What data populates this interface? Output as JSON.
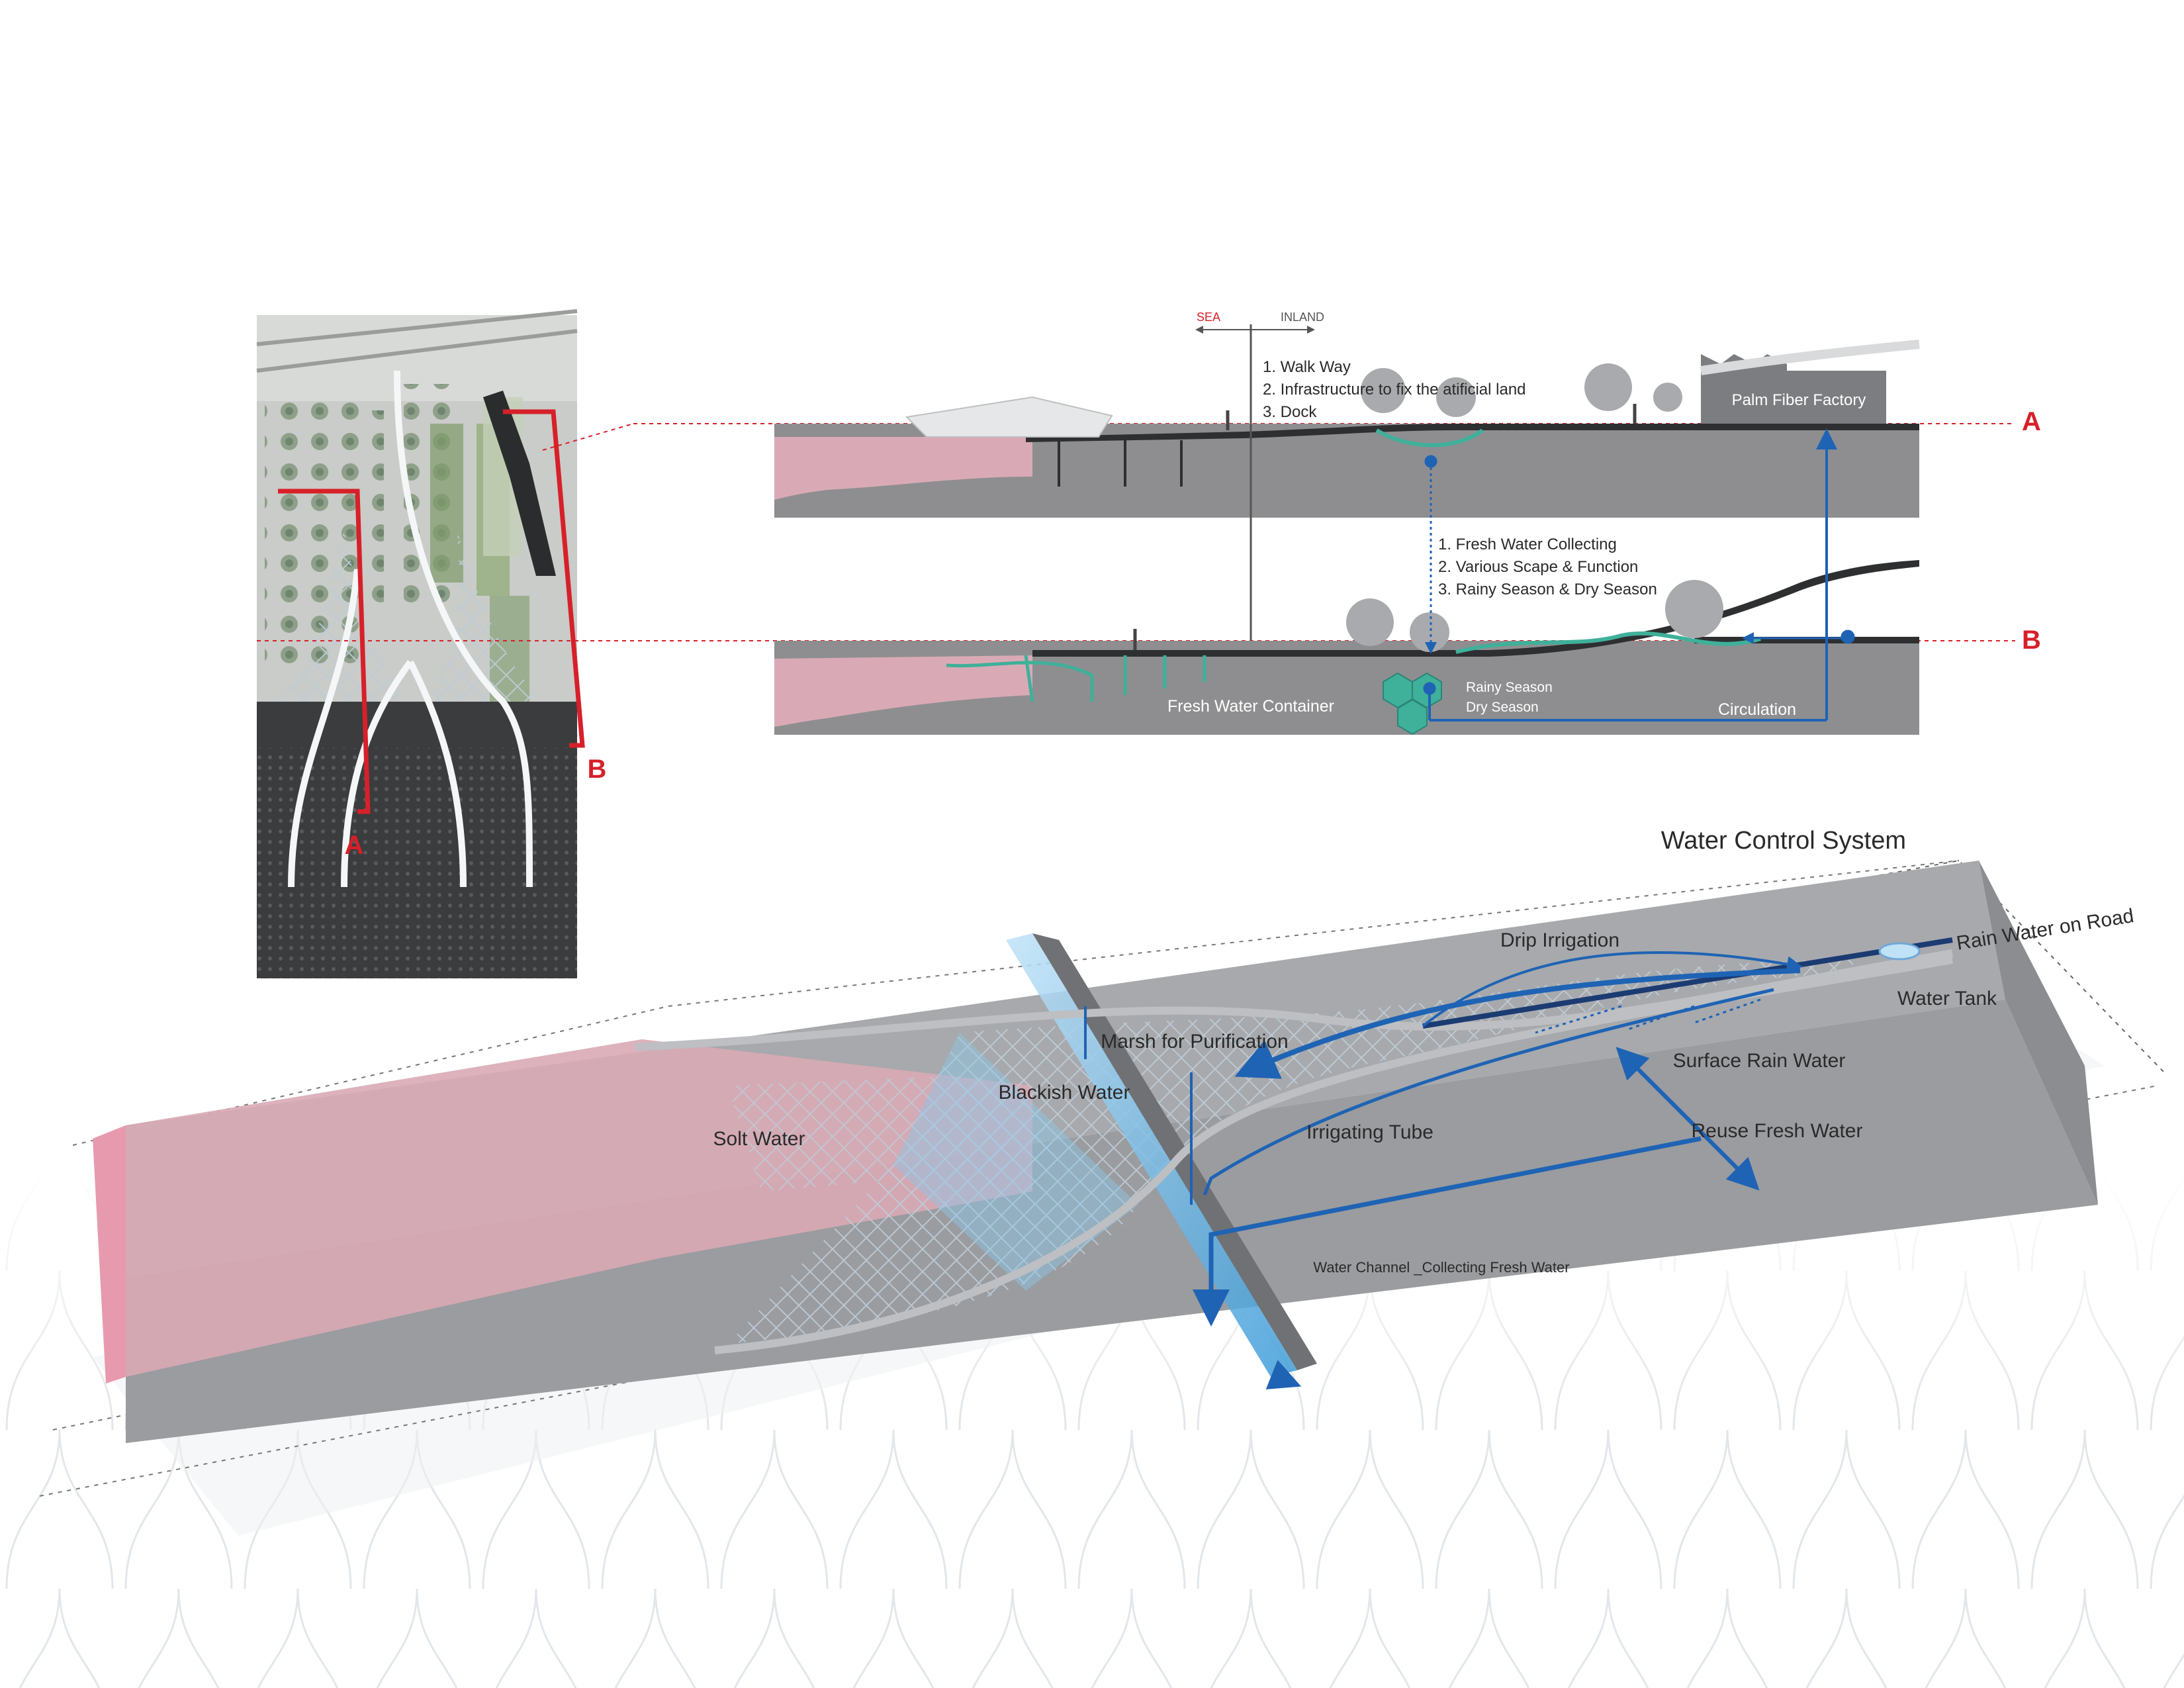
{
  "colors": {
    "section_red": "#d7202a",
    "flow_blue": "#1f63b4",
    "pink_water": "#d9aab5",
    "ground_gray": "#8e8e90",
    "teal": "#3fb09a"
  },
  "section": {
    "sea_label": "SEA",
    "inland_label": "INLAND",
    "marker_a": "A",
    "marker_b": "B",
    "section_a_notes": [
      "1. Walk Way",
      "2.  Infrastructure to fix the atificial land",
      "3. Dock"
    ],
    "section_b_notes": [
      "1. Fresh Water Collecting",
      "2. Various Scape & Function",
      "3. Rainy Season & Dry Season"
    ],
    "factory_label": "Palm Fiber Factory",
    "fresh_water_container": "Fresh Water Container",
    "rainy_season": "Rainy Season",
    "dry_season": "Dry Season",
    "circulation": "Circulation"
  },
  "plan": {
    "marker_a": "A",
    "marker_b": "B"
  },
  "axon": {
    "title": "Water Control System",
    "labels": {
      "drip_irrigation": "Drip Irrigation",
      "rain_water_on_road": "Rain Water on Road",
      "water_tank": "Water Tank",
      "marsh": "Marsh for Purification",
      "blackish_water": "Blackish Water",
      "surface_rain_water": "Surface Rain Water",
      "solt_water": "Solt Water",
      "irrigating_tube": "Irrigating Tube",
      "reuse_fresh_water": "Reuse Fresh Water",
      "water_channel": "Water Channel _Collecting Fresh Water"
    }
  }
}
